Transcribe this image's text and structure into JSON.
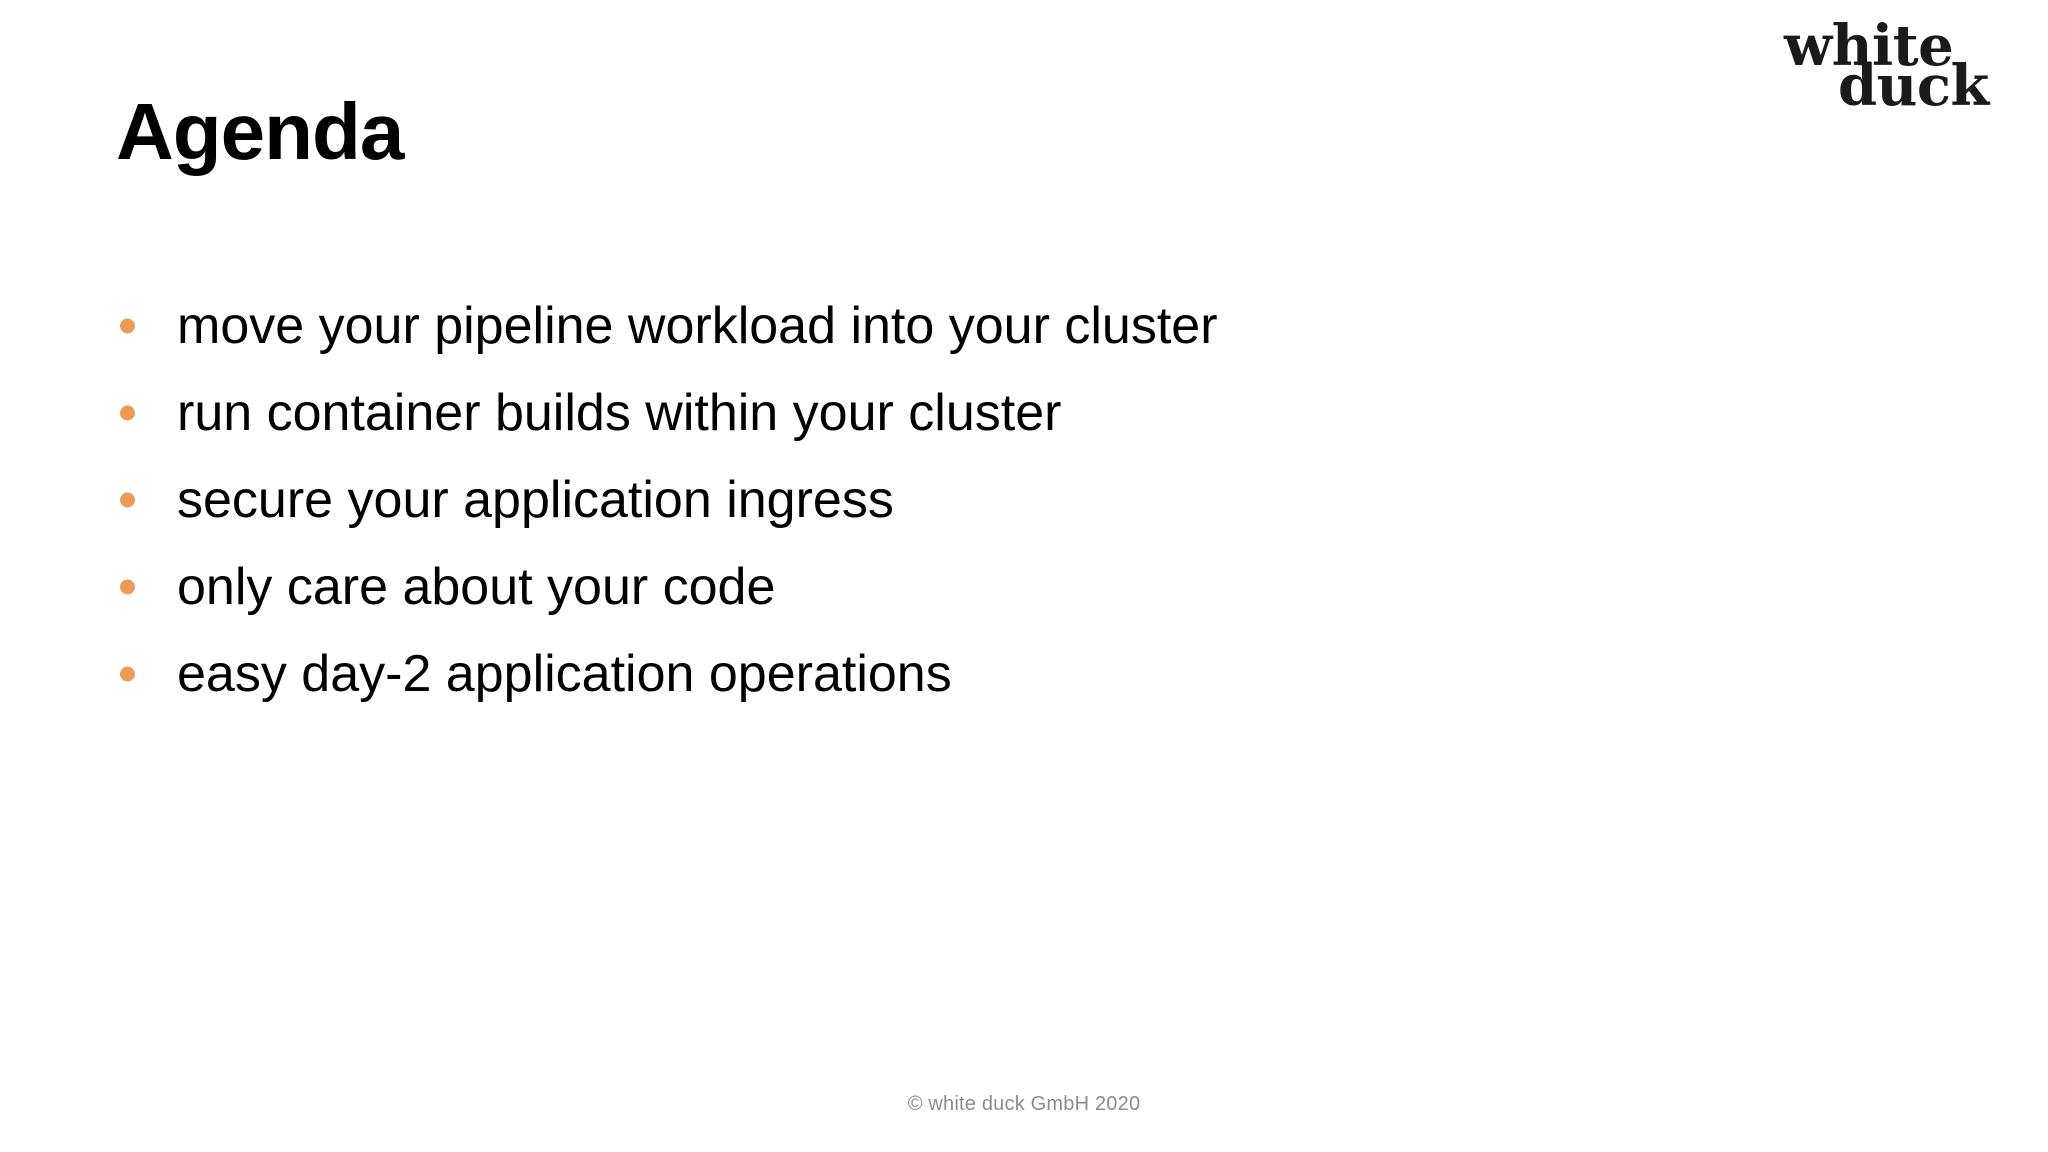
{
  "slide": {
    "title": "Agenda",
    "background_color": "#ffffff",
    "text_color": "#000000",
    "accent_color": "#ed9a56"
  },
  "logo": {
    "line1": "white",
    "line2": "duck",
    "color": "#1a1a1a"
  },
  "bullets": [
    {
      "text": "move your pipeline workload into your cluster"
    },
    {
      "text": "run container builds within your cluster"
    },
    {
      "text": "secure your application ingress"
    },
    {
      "text": "only care about your code"
    },
    {
      "text": "easy day-2 application operations"
    }
  ],
  "footer": {
    "text": "© white duck GmbH 2020",
    "color": "#8c8c8c"
  }
}
